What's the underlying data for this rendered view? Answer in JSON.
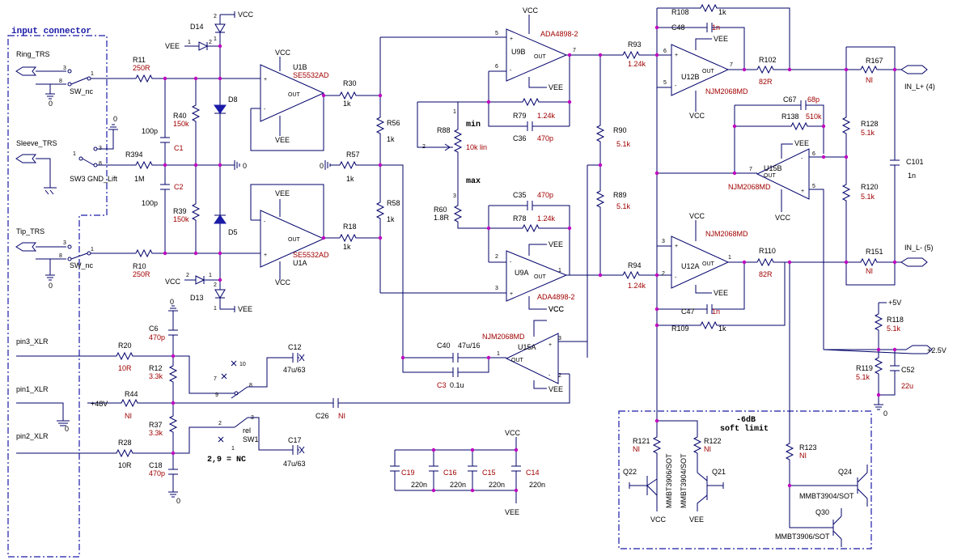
{
  "boxes": {
    "input_connector": "input connector",
    "soft_limit_line1": "-6dB",
    "soft_limit_line2": "soft limit"
  },
  "connectors": {
    "ring": "Ring_TRS",
    "sleeve": "Sleeve_TRS",
    "tip": "Tip_TRS",
    "pin3": "pin3_XLR",
    "pin1": "pin1_XLR",
    "pin2": "pin2_XLR",
    "out_plus": "IN_L+ (4)",
    "out_minus": "IN_L- (5)",
    "plus5": "+5V",
    "plus25": "+2.5V",
    "plus48": "+48V"
  },
  "switches": {
    "sw_nc_top": "SW_nc",
    "sw_nc_bottom": "SW_nc",
    "sw3": "SW3 GND_Lift",
    "relay_name": "rel",
    "relay_sw": "SW1",
    "relay_note": "2,9 = NC"
  },
  "resistors": {
    "R11": "R11",
    "R11_val": "250R",
    "R10": "R10",
    "R10_val": "250R",
    "R394": "R394",
    "R394_val": "1M",
    "R40": "R40",
    "R40_val": "150k",
    "R39": "R39",
    "R39_val": "150k",
    "R30": "R30",
    "R30_val": "1k",
    "R57": "R57",
    "R57_val": "1k",
    "R18": "R18",
    "R18_val": "1k",
    "R56": "R56",
    "R56_val": "1k",
    "R58": "R58",
    "R58_val": "1k",
    "R88": "R88",
    "R88_val": "10k lin",
    "R88_min": "min",
    "R88_max": "max",
    "R60": "R60",
    "R60_val": "1.8R",
    "R79": "R79",
    "R79_val": "1.24k",
    "R78": "R78",
    "R78_val": "1.24k",
    "R90": "R90",
    "R90_val": "5.1k",
    "R89": "R89",
    "R89_val": "5.1k",
    "R93": "R93",
    "R93_val": "1.24k",
    "R94": "R94",
    "R94_val": "1.24k",
    "R108": "R108",
    "R108_val": "1k",
    "R109": "R109",
    "R109_val": "1k",
    "R102": "R102",
    "R102_val": "82R",
    "R110": "R110",
    "R110_val": "82R",
    "R138": "R138",
    "R138_val": "510k",
    "R128": "R128",
    "R128_val": "5.1k",
    "R120": "R120",
    "R120_val": "5.1k",
    "R167": "R167",
    "R167_val": "NI",
    "R151": "R151",
    "R151_val": "NI",
    "R118": "R118",
    "R118_val": "5.1k",
    "R119": "R119",
    "R119_val": "5.1k",
    "R20": "R20",
    "R20_val": "10R",
    "R28": "R28",
    "R28_val": "10R",
    "R12": "R12",
    "R12_val": "3.3k",
    "R37": "R37",
    "R37_val": "3.3k",
    "R44": "R44",
    "R44_val": "NI",
    "R121": "R121",
    "R121_val": "NI",
    "R122": "R122",
    "R122_val": "NI",
    "R123": "R123",
    "R123_val": "NI"
  },
  "capacitors": {
    "C1": "C1",
    "C1_val": "100p",
    "C2": "C2",
    "C2_val": "100p",
    "C36": "C36",
    "C36_val": "470p",
    "C35": "C35",
    "C35_val": "470p",
    "C48": "C48",
    "C48_val": "1n",
    "C47": "C47",
    "C47_val": "1n",
    "C67": "C67",
    "C67_val": "68p",
    "C101": "C101",
    "C101_val": "1n",
    "C52": "C52",
    "C52_val": "22u",
    "C6": "C6",
    "C6_val": "470p",
    "C18": "C18",
    "C18_val": "470p",
    "C12": "C12",
    "C12_val": "47u/63",
    "C17": "C17",
    "C17_val": "47u/63",
    "C40": "C40",
    "C40_val": "47u/16",
    "C3": "C3",
    "C3_val": "0.1u",
    "C26": "C26",
    "C26_val": "NI",
    "C19": "C19",
    "C19_val": "220n",
    "C16": "C16",
    "C16_val": "220n",
    "C15": "C15",
    "C15_val": "220n",
    "C14": "C14",
    "C14_val": "220n"
  },
  "diodes": {
    "D14": "D14",
    "D13": "D13",
    "D8": "D8",
    "D5": "D5"
  },
  "opamps": {
    "U1B": "U1B",
    "U1B_part": "SE5532AD",
    "U1A": "U1A",
    "U1A_part": "SE5532AD",
    "U9B": "U9B",
    "U9B_part": "ADA4898-2",
    "U9A": "U9A",
    "U9A_part": "ADA4898-2",
    "U12B": "U12B",
    "U12B_part": "NJM2068MD",
    "U12A": "U12A",
    "U12A_part": "NJM2068MD",
    "U15B": "U15B",
    "U15B_part": "NJM2068MD",
    "U15A": "U15A",
    "U15A_part": "NJM2068MD",
    "out": "OUT"
  },
  "transistors": {
    "Q22": "Q22",
    "Q22_part": "MMBT3906/SOT",
    "Q21": "Q21",
    "Q21_part": "MMBT3904/SOT",
    "Q24": "Q24",
    "Q24_part": "MMBT3904/SOT",
    "Q30": "Q30",
    "Q30_part": "MMBT3906/SOT"
  },
  "rails": {
    "vcc": "VCC",
    "vee": "VEE",
    "gnd": "0"
  }
}
